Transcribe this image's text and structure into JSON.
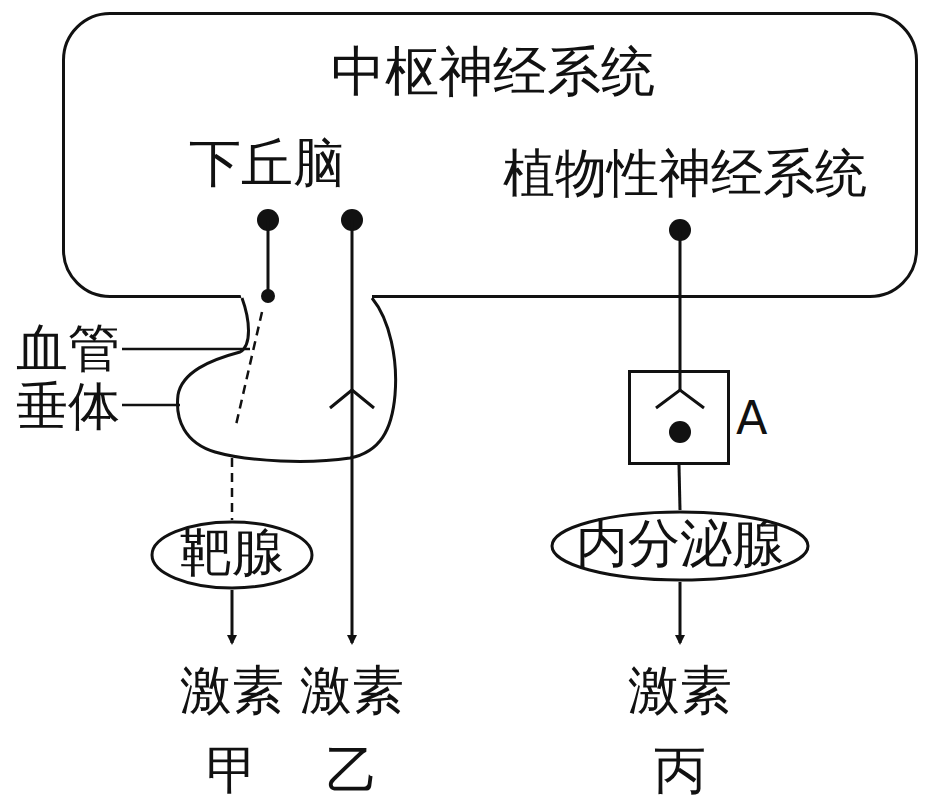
{
  "diagram": {
    "nodes": [
      {
        "text": [
          "中枢神经系统"
        ]
      },
      {
        "text": [
          "A"
        ]
      },
      {
        "text": [
          "靶腺"
        ]
      },
      {
        "text": [
          "内分泌腺"
        ]
      }
    ],
    "edges": [
      {
        "from": 1,
        "to": 3,
        "arrow": "none"
      }
    ],
    "labels": [
      "下丘脑",
      "植物性神经系统",
      "血管",
      "垂体",
      "激素 甲",
      "激素 乙",
      "激素 丙"
    ]
  }
}
